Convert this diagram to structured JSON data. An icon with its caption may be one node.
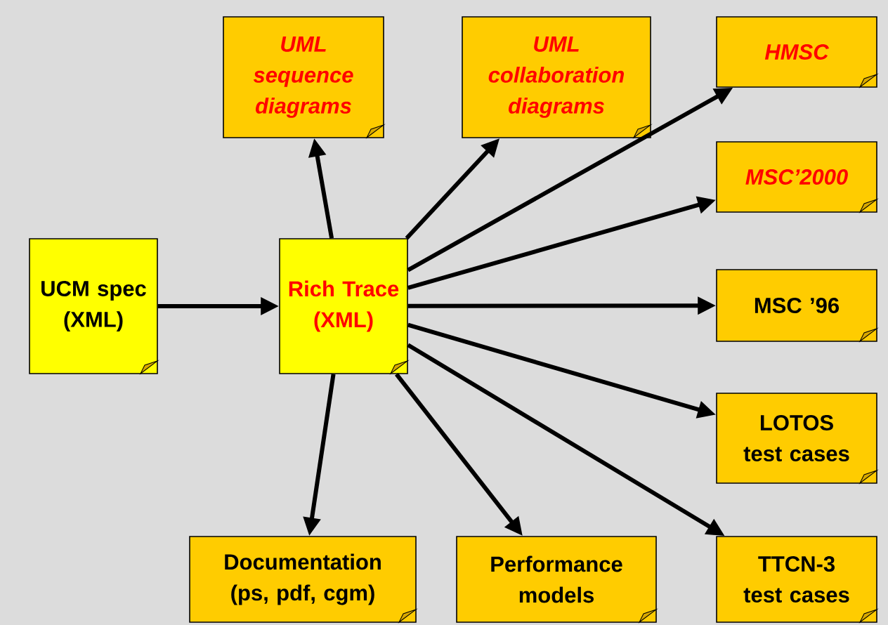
{
  "diagram": {
    "nodes": [
      {
        "text": [
          "UCM spec (XML)"
        ]
      },
      {
        "text": [
          "Rich Trace (XML)"
        ]
      },
      {
        "text": [
          "UML sequence diagrams"
        ]
      },
      {
        "text": [
          "UML collaboration diagrams"
        ]
      },
      {
        "text": [
          "HMSC"
        ]
      },
      {
        "text": [
          "MSC’2000"
        ]
      },
      {
        "text": [
          "MSC ’96"
        ]
      },
      {
        "text": [
          "LOTOS test cases"
        ]
      },
      {
        "text": [
          "Documentation (ps, pdf, cgm)"
        ]
      },
      {
        "text": [
          "Performance models"
        ]
      },
      {
        "text": [
          "TTCN-3 test cases"
        ]
      }
    ],
    "edges": [
      {
        "from": 0,
        "to": 1,
        "arrow": "to"
      },
      {
        "from": 1,
        "to": 2,
        "arrow": "to"
      },
      {
        "from": 1,
        "to": 3,
        "arrow": "to"
      },
      {
        "from": 1,
        "to": 4,
        "arrow": "to"
      },
      {
        "from": 1,
        "to": 5,
        "arrow": "to"
      },
      {
        "from": 1,
        "to": 6,
        "arrow": "to"
      },
      {
        "from": 1,
        "to": 7,
        "arrow": "to"
      },
      {
        "from": 1,
        "to": 8,
        "arrow": "to"
      },
      {
        "from": 1,
        "to": 9,
        "arrow": "to"
      },
      {
        "from": 1,
        "to": 10,
        "arrow": "to"
      }
    ]
  }
}
